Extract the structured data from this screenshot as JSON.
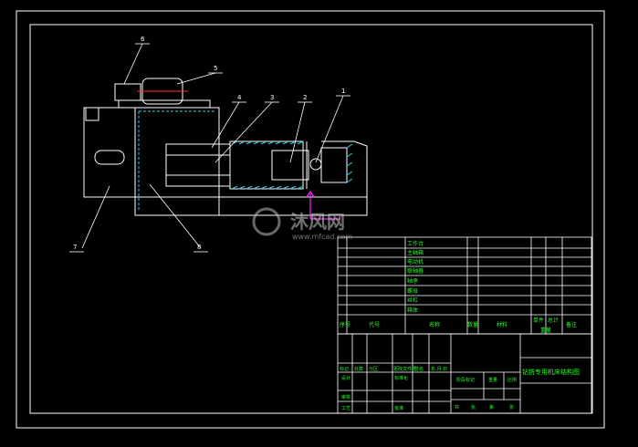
{
  "drawing": {
    "balloons": [
      "1",
      "2",
      "3",
      "4",
      "5",
      "6",
      "7",
      "8"
    ],
    "balloon_label_color": "#ffffff",
    "line_color": "#ffffff",
    "dashed_color": "#22d3ee"
  },
  "parts_list": {
    "headers": [
      "序号",
      "代号",
      "名称",
      "数量",
      "材料",
      "单件",
      "总计",
      "备注"
    ],
    "weight_label": "重量",
    "rows": [
      "箱体",
      "丝杠",
      "螺母",
      "轴承",
      "联轴器",
      "电动机",
      "主轴箱",
      "工作台"
    ]
  },
  "title_block": {
    "title": "钻铣专用机床结构图",
    "signatures": [
      "标记",
      "处数",
      "分区",
      "更改文件号",
      "签名",
      "年.月.日"
    ],
    "designer_row": [
      "设计",
      "标准化"
    ],
    "review_row": [
      "审核"
    ],
    "process_row": [
      "工艺",
      "批准"
    ],
    "stage_marks": [
      "阶段标记",
      "重量",
      "比例"
    ],
    "sheet_info": [
      "共",
      "张",
      "第",
      "张"
    ]
  },
  "watermark": {
    "brand": "沐风网",
    "url": "www.mfcad.com"
  },
  "colors": {
    "frame": "#ffffff",
    "text_green": "#22ff22",
    "accent_magenta": "#ff22ff",
    "hatch": "#22d3ee"
  }
}
